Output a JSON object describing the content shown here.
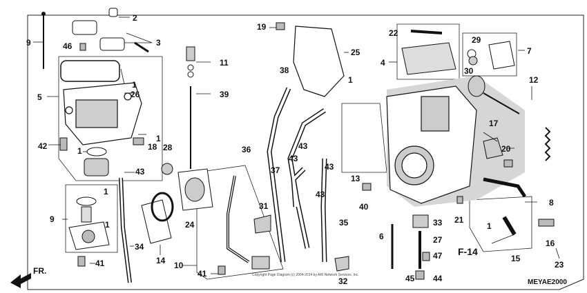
{
  "diagram": {
    "code": "MEYAE2000",
    "section_ref": "F-14",
    "front_label": "FR.",
    "copyright": "Copyright Page Diagram (c) 2004-2014 by ARI Network Services, Inc."
  },
  "callouts": [
    "1",
    "2",
    "3",
    "4",
    "5",
    "6",
    "7",
    "8",
    "9",
    "10",
    "11",
    "12",
    "13",
    "14",
    "15",
    "16",
    "17",
    "18",
    "19",
    "20",
    "21",
    "22",
    "23",
    "24",
    "25",
    "26",
    "27",
    "28",
    "29",
    "30",
    "31",
    "32",
    "33",
    "34",
    "35",
    "36",
    "37",
    "38",
    "39",
    "40",
    "41",
    "42",
    "43",
    "44",
    "45",
    "46",
    "47"
  ]
}
